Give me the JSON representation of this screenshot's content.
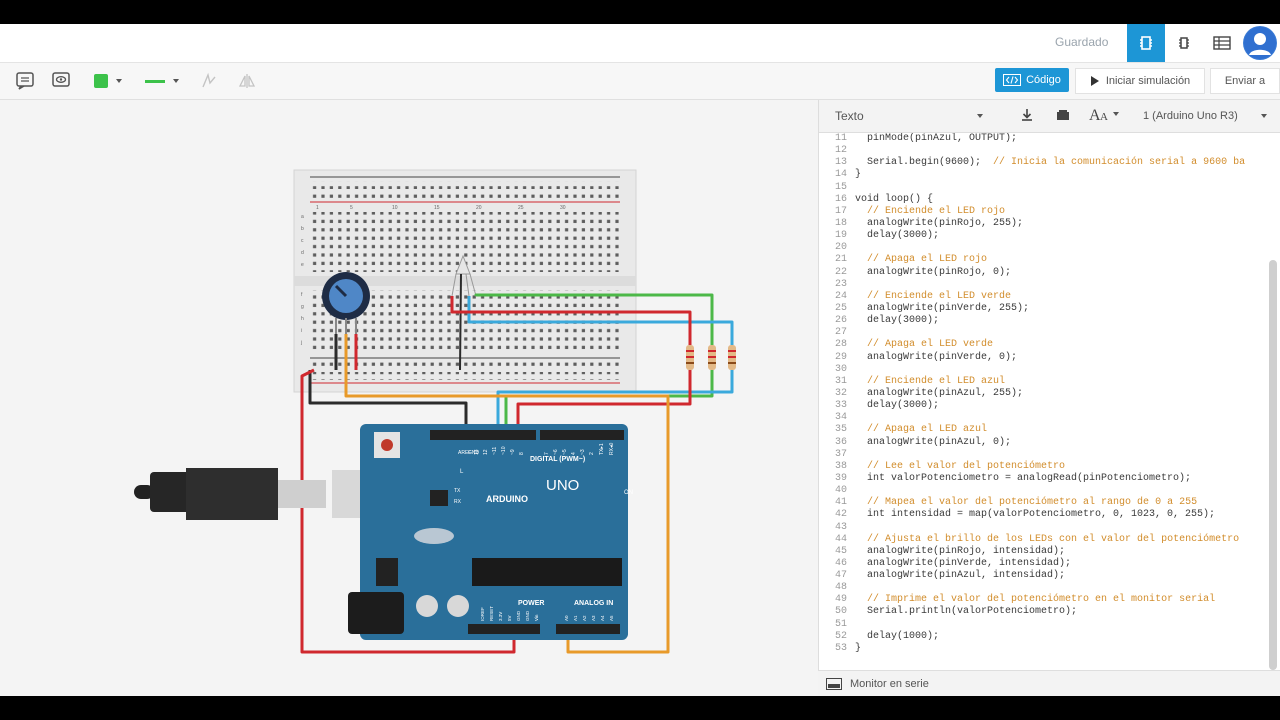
{
  "header": {
    "saved_label": "Guardado"
  },
  "toolbar": {
    "code_label": "Código",
    "simulate_label": "Iniciar simulación",
    "send_label": "Enviar a"
  },
  "code_panel": {
    "mode": "Texto",
    "device": "1 (Arduino Uno R3)",
    "serial_monitor_label": "Monitor en serie",
    "lines": [
      {
        "n": "11",
        "code": "  pinMode(pinAzul, OUTPUT);",
        "comment": ""
      },
      {
        "n": "12",
        "code": "",
        "comment": ""
      },
      {
        "n": "13",
        "code": "  Serial.begin(9600);  ",
        "comment": "// Inicia la comunicación serial a 9600 ba"
      },
      {
        "n": "14",
        "code": "}",
        "comment": ""
      },
      {
        "n": "15",
        "code": "",
        "comment": ""
      },
      {
        "n": "16",
        "code": "void loop() {",
        "comment": ""
      },
      {
        "n": "17",
        "code": "  ",
        "comment": "// Enciende el LED rojo"
      },
      {
        "n": "18",
        "code": "  analogWrite(pinRojo, 255);",
        "comment": ""
      },
      {
        "n": "19",
        "code": "  delay(3000);",
        "comment": ""
      },
      {
        "n": "20",
        "code": "",
        "comment": ""
      },
      {
        "n": "21",
        "code": "  ",
        "comment": "// Apaga el LED rojo"
      },
      {
        "n": "22",
        "code": "  analogWrite(pinRojo, 0);",
        "comment": ""
      },
      {
        "n": "23",
        "code": "",
        "comment": ""
      },
      {
        "n": "24",
        "code": "  ",
        "comment": "// Enciende el LED verde"
      },
      {
        "n": "25",
        "code": "  analogWrite(pinVerde, 255);",
        "comment": ""
      },
      {
        "n": "26",
        "code": "  delay(3000);",
        "comment": ""
      },
      {
        "n": "27",
        "code": "",
        "comment": ""
      },
      {
        "n": "28",
        "code": "  ",
        "comment": "// Apaga el LED verde"
      },
      {
        "n": "29",
        "code": "  analogWrite(pinVerde, 0);",
        "comment": ""
      },
      {
        "n": "30",
        "code": "",
        "comment": ""
      },
      {
        "n": "31",
        "code": "  ",
        "comment": "// Enciende el LED azul"
      },
      {
        "n": "32",
        "code": "  analogWrite(pinAzul, 255);",
        "comment": ""
      },
      {
        "n": "33",
        "code": "  delay(3000);",
        "comment": ""
      },
      {
        "n": "34",
        "code": "",
        "comment": ""
      },
      {
        "n": "35",
        "code": "  ",
        "comment": "// Apaga el LED azul"
      },
      {
        "n": "36",
        "code": "  analogWrite(pinAzul, 0);",
        "comment": ""
      },
      {
        "n": "37",
        "code": "",
        "comment": ""
      },
      {
        "n": "38",
        "code": "  ",
        "comment": "// Lee el valor del potenciómetro"
      },
      {
        "n": "39",
        "code": "  int valorPotenciometro = analogRead(pinPotenciometro);",
        "comment": ""
      },
      {
        "n": "40",
        "code": "",
        "comment": ""
      },
      {
        "n": "41",
        "code": "  ",
        "comment": "// Mapea el valor del potenciómetro al rango de 0 a 255"
      },
      {
        "n": "42",
        "code": "  int intensidad = map(valorPotenciometro, 0, 1023, 0, 255);",
        "comment": ""
      },
      {
        "n": "43",
        "code": "",
        "comment": ""
      },
      {
        "n": "44",
        "code": "  ",
        "comment": "// Ajusta el brillo de los LEDs con el valor del potenciómetro"
      },
      {
        "n": "45",
        "code": "  analogWrite(pinRojo, intensidad);",
        "comment": ""
      },
      {
        "n": "46",
        "code": "  analogWrite(pinVerde, intensidad);",
        "comment": ""
      },
      {
        "n": "47",
        "code": "  analogWrite(pinAzul, intensidad);",
        "comment": ""
      },
      {
        "n": "48",
        "code": "",
        "comment": ""
      },
      {
        "n": "49",
        "code": "  ",
        "comment": "// Imprime el valor del potenciómetro en el monitor serial"
      },
      {
        "n": "50",
        "code": "  Serial.println(valorPotenciometro);",
        "comment": ""
      },
      {
        "n": "51",
        "code": "",
        "comment": ""
      },
      {
        "n": "52",
        "code": "  delay(1000);",
        "comment": ""
      },
      {
        "n": "53",
        "code": "}",
        "comment": ""
      }
    ]
  },
  "circuit": {
    "board_brand": "ARDUINO",
    "board_model": "UNO",
    "digital_label": "DIGITAL (PWM~)",
    "power_label": "POWER",
    "analog_label": "ANALOG IN",
    "on_label": "ON",
    "tx_label": "TX",
    "rx_label": "RX",
    "l_label": "L",
    "aref_label": "AREF",
    "gnd_label": "GND",
    "digital_pins": [
      "13",
      "12",
      "~11",
      "~10",
      "~9",
      "8",
      "7",
      "~6",
      "~5",
      "4",
      "~3",
      "2",
      "TX▸1",
      "RX◂0"
    ],
    "power_pins": [
      "IOREF",
      "RESET",
      "3.3V",
      "5V",
      "GND",
      "GND",
      "Vin"
    ],
    "analog_pins": [
      "A0",
      "A1",
      "A2",
      "A3",
      "A4",
      "A5"
    ],
    "breadboard_columns": [
      "1",
      "5",
      "10",
      "15",
      "20",
      "25",
      "30"
    ],
    "breadboard_rows": [
      "a",
      "b",
      "c",
      "d",
      "e",
      "f",
      "g",
      "h",
      "i",
      "j"
    ],
    "colors": {
      "wire_red": "#d0282e",
      "wire_green": "#4cb848",
      "wire_blue": "#3aa9dc",
      "wire_orange": "#e89a2a",
      "wire_black": "#2b2b2b",
      "board": "#2a6f9a",
      "accent": "#1d96d6"
    }
  }
}
